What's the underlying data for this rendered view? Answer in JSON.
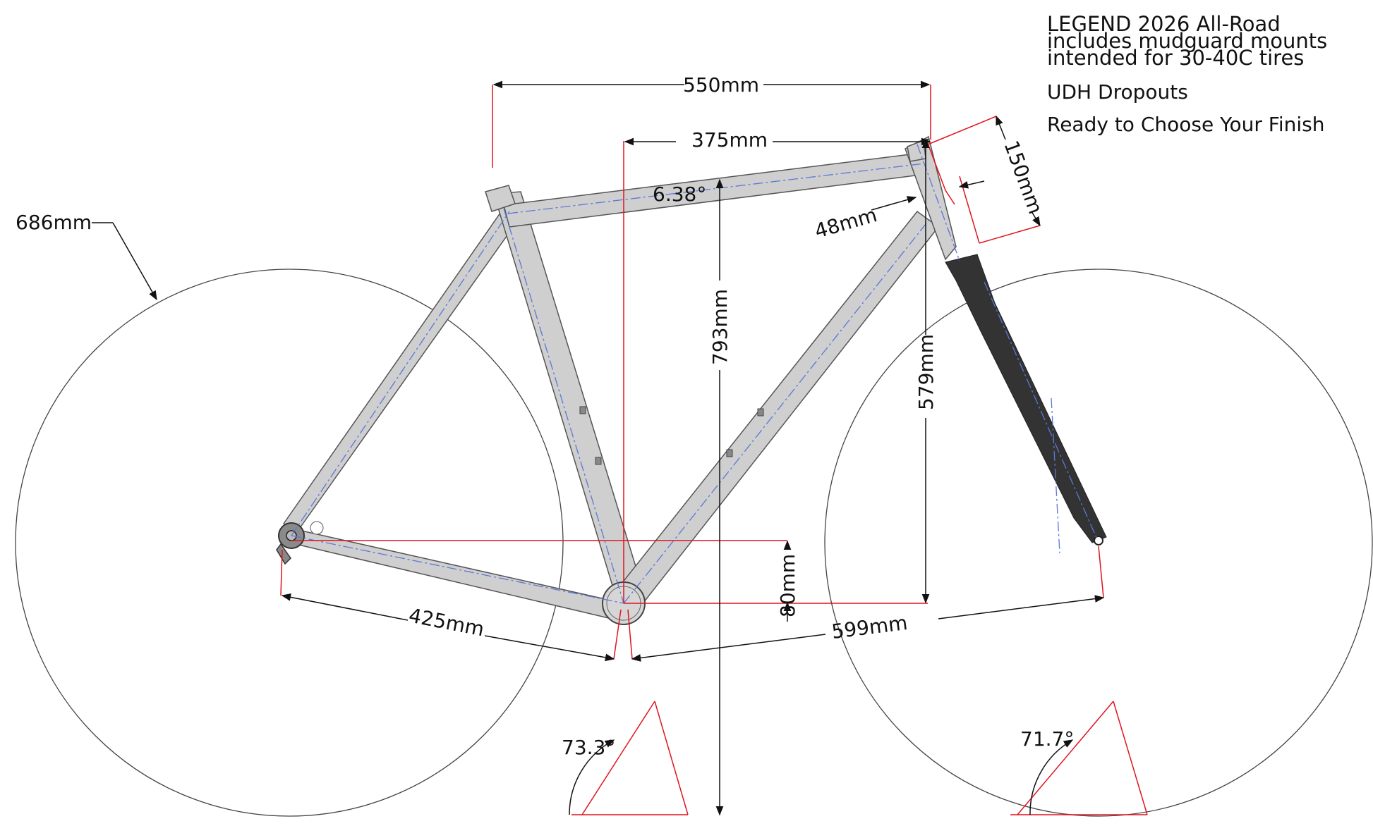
{
  "legend": {
    "title": "LEGEND 2026 All-Road",
    "line2": "includes mudguard mounts",
    "line3": "intended for 30-40C tires",
    "feature1": "UDH Dropouts",
    "feature2": "Ready to Choose Your Finish"
  },
  "dimensions": {
    "wheel_diameter": "686mm",
    "reach_overall": "550mm",
    "reach": "375mm",
    "top_tube_angle": "6.38°",
    "head_tube_length": "150mm",
    "head_tube_diameter": "48mm",
    "standover": "793mm",
    "stack": "579mm",
    "bb_drop": "80mm",
    "chainstay": "425mm",
    "front_center": "599mm",
    "seat_angle": "73.3°",
    "head_angle": "71.7°"
  },
  "colors": {
    "frame_fill": "#cfcfcf",
    "frame_stroke": "#555555",
    "fork_fill": "#333333",
    "dim_line": "#111111",
    "construction_line": "#e0141e",
    "center_line": "#5a78d8",
    "wheel_line": "#444444"
  }
}
